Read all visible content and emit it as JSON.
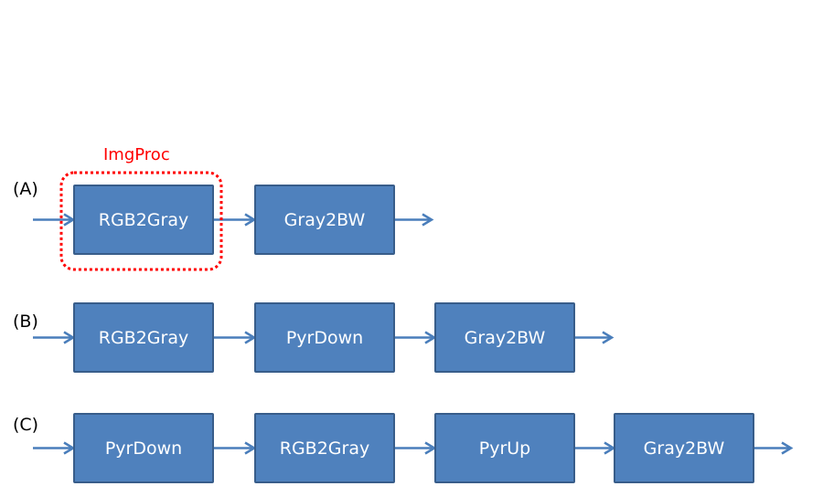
{
  "colors": {
    "box_fill": "#4f81bd",
    "box_border": "#385d8a",
    "arrow": "#4a7ebb",
    "group_outline": "#ff0000",
    "group_label": "#ff0000"
  },
  "group": {
    "label": "ImgProc",
    "row": 0,
    "box_index": 0
  },
  "rows": [
    {
      "label": "(A)",
      "boxes": [
        "RGB2Gray",
        "Gray2BW"
      ]
    },
    {
      "label": "(B)",
      "boxes": [
        "RGB2Gray",
        "PyrDown",
        "Gray2BW"
      ]
    },
    {
      "label": "(C)",
      "boxes": [
        "PyrDown",
        "RGB2Gray",
        "PyrUp",
        "Gray2BW"
      ]
    }
  ]
}
